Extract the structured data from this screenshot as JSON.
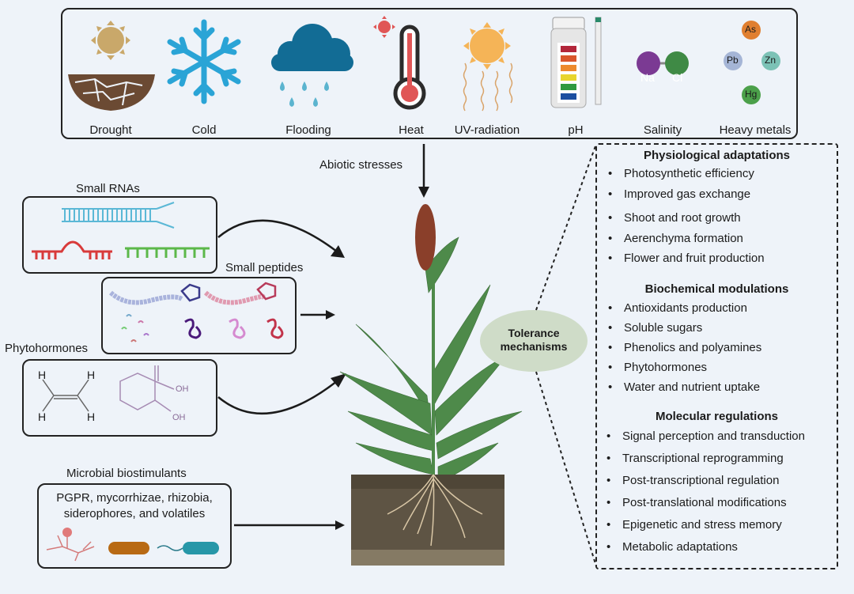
{
  "abiotic_stresses": {
    "items": [
      {
        "label": "Drought",
        "icon": "drought-icon"
      },
      {
        "label": "Cold",
        "icon": "snowflake-icon"
      },
      {
        "label": "Flooding",
        "icon": "rain-cloud-icon"
      },
      {
        "label": "Heat",
        "icon": "thermometer-icon"
      },
      {
        "label": "UV-radiation",
        "icon": "uv-sun-icon"
      },
      {
        "label": "pH",
        "icon": "ph-test-strip-icon"
      },
      {
        "label": "Salinity",
        "icon": "nacl-molecule-icon"
      },
      {
        "label": "Heavy metals",
        "icon": "heavy-metals-icon"
      }
    ],
    "salinity_atoms": [
      "Na",
      "Cl"
    ],
    "heavy_metal_atoms": [
      "As",
      "Pb",
      "Zn",
      "Hg"
    ],
    "arrow_label": "Abiotic stresses"
  },
  "inputs": {
    "small_rnas": {
      "title": "Small RNAs"
    },
    "small_peptides": {
      "title": "Small peptides"
    },
    "phytohormones": {
      "title": "Phytohormones",
      "atoms": [
        "H",
        "H",
        "H",
        "H"
      ],
      "oh_labels": [
        "OH",
        "OH"
      ]
    },
    "microbial": {
      "title": "Microbial biostimulants",
      "line1": "PGPR, mycorrhizae, rhizobia,",
      "line2": "siderophores, and volatiles"
    }
  },
  "center": {
    "bubble_line1": "Tolerance",
    "bubble_line2": "mechanisms"
  },
  "mechanisms": {
    "physiological": {
      "title": "Physiological adaptations",
      "items": [
        "Photosynthetic efficiency",
        "Improved gas exchange",
        "Shoot and root growth",
        "Aerenchyma formation",
        "Flower and fruit production"
      ]
    },
    "biochemical": {
      "title": "Biochemical modulations",
      "items": [
        "Antioxidants production",
        "Soluble sugars",
        "Phenolics and polyamines",
        "Phytohormones",
        "Water and nutrient uptake"
      ]
    },
    "molecular": {
      "title": "Molecular regulations",
      "items": [
        "Signal perception and transduction",
        "Transcriptional reprogramming",
        "Post-transcriptional regulation",
        "Post-translational modifications",
        "Epigenetic and stress memory",
        "Metabolic adaptations"
      ]
    }
  },
  "colors": {
    "background": "#eef3f9",
    "leaf": "#4e8a4a",
    "panicle": "#8a3f2a",
    "soil": "#5e5444",
    "bubble": "#cfdcc8"
  }
}
